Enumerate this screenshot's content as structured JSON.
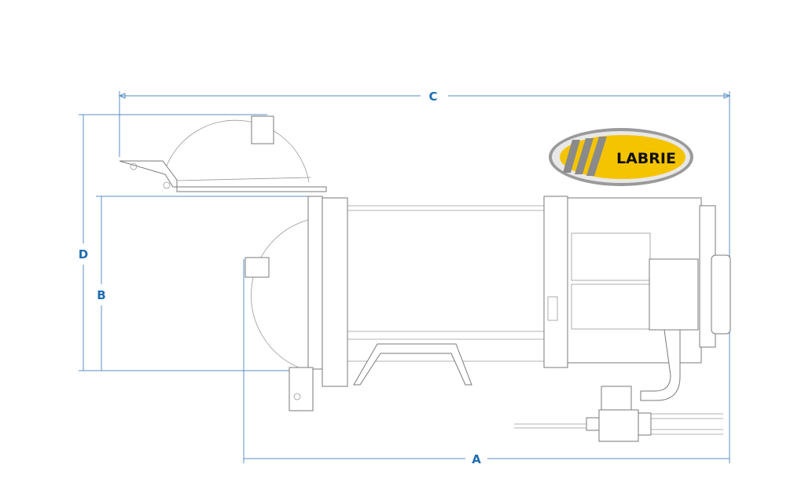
{
  "dimensions": {
    "a": "A",
    "b": "B",
    "c": "C",
    "d": "D"
  },
  "logo": {
    "brand": "LABRIE",
    "colors": {
      "yellow": "#f5c400",
      "silver": "#b8b8b8",
      "text": "#111111"
    }
  },
  "colors": {
    "dimension": "#1f6db3",
    "linework": "#7a7a7a"
  }
}
